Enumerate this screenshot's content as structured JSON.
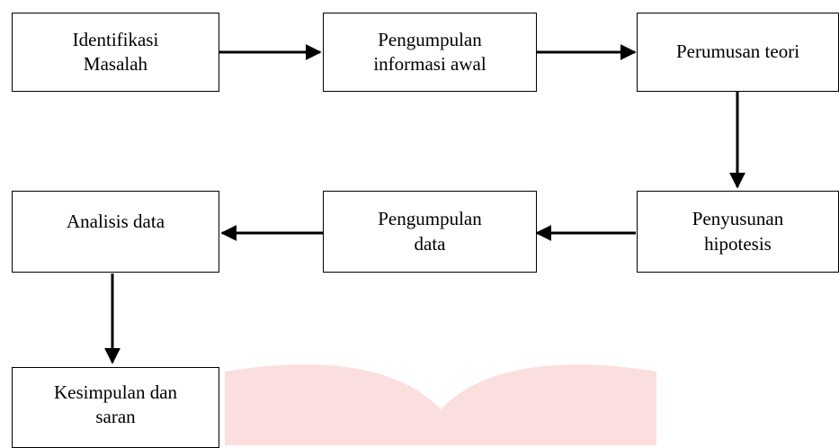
{
  "diagram": {
    "nodes": [
      {
        "id": "identifikasi",
        "label": "Identifikasi\nMasalah"
      },
      {
        "id": "pengumpulan_info",
        "label": "Pengumpulan\ninformasi awal"
      },
      {
        "id": "perumusan",
        "label": "Perumusan teori"
      },
      {
        "id": "hipotesis",
        "label": "Penyusunan\nhipotesis"
      },
      {
        "id": "pengumpulan_data",
        "label": "Pengumpulan\ndata"
      },
      {
        "id": "analisis",
        "label": "Analisis data"
      },
      {
        "id": "kesimpulan",
        "label": "Kesimpulan dan\nsaran"
      }
    ],
    "edges": [
      {
        "from": "identifikasi",
        "to": "pengumpulan_info"
      },
      {
        "from": "pengumpulan_info",
        "to": "perumusan"
      },
      {
        "from": "perumusan",
        "to": "hipotesis"
      },
      {
        "from": "hipotesis",
        "to": "pengumpulan_data"
      },
      {
        "from": "pengumpulan_data",
        "to": "analisis"
      },
      {
        "from": "analisis",
        "to": "kesimpulan"
      }
    ]
  },
  "colors": {
    "stroke": "#000000",
    "watermark": "#f7b9b6"
  }
}
